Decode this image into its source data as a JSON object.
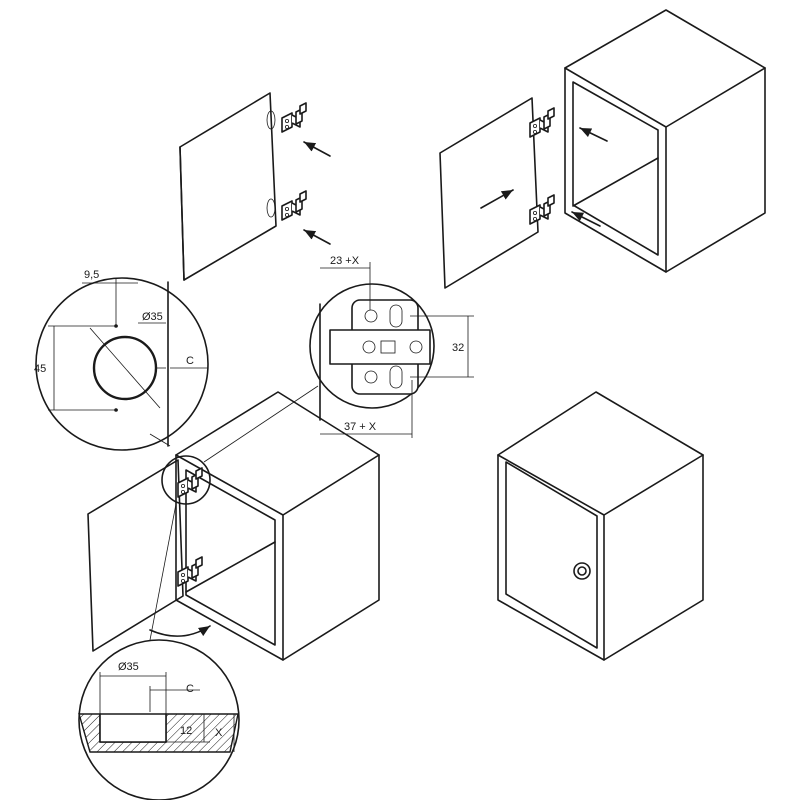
{
  "detail_front": {
    "dim_offset": "9,5",
    "dim_spacing": "45",
    "dim_cup_diameter": "Ø35",
    "dim_edge": "C"
  },
  "detail_hinge": {
    "dim_top": "23 +X",
    "dim_bottom": "37 + X",
    "dim_height": "32"
  },
  "detail_section": {
    "dim_cup_diameter": "Ø35",
    "dim_edge": "C",
    "dim_depth": "12",
    "dim_thickness": "X"
  }
}
